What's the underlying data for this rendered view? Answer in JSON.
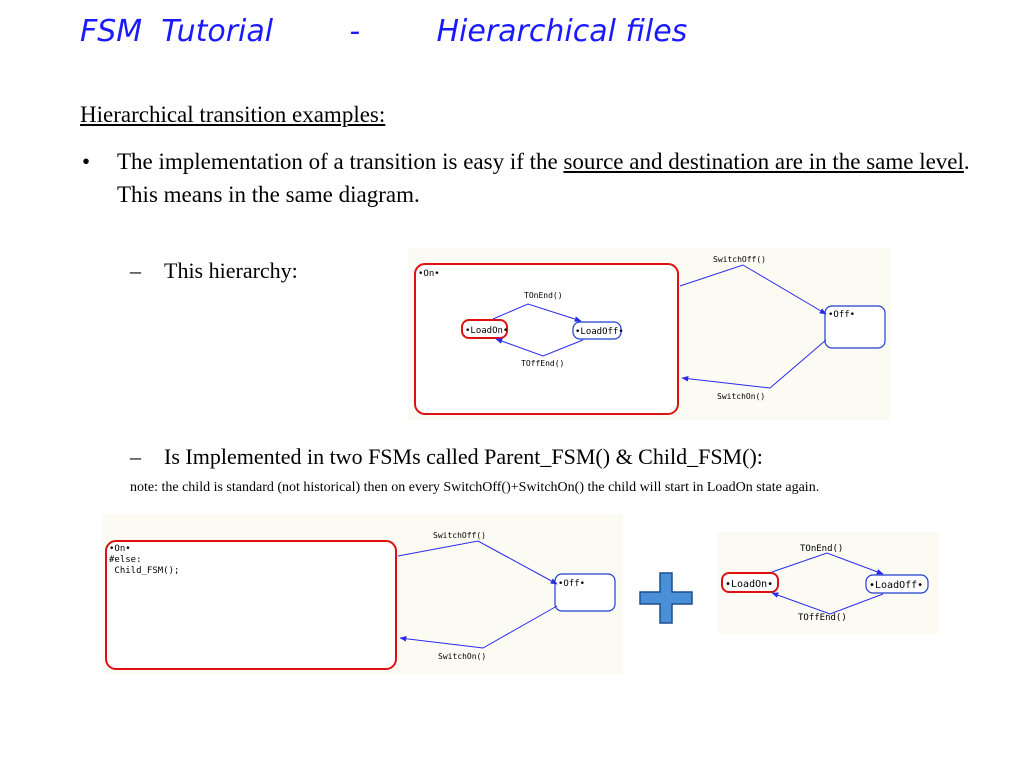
{
  "header": {
    "title": "FSM  Tutorial        -        Hierarchical files"
  },
  "body": {
    "subtitle": "Hierarchical transition examples:",
    "bullet_marker": "•",
    "bullet_text_1": "The implementation of a transition is easy if the ",
    "bullet_link": "source and destination are in the same level",
    "bullet_text_2": ". This means in the same diagram.",
    "sub_marker": "–",
    "sub1": "This hierarchy:",
    "sub2": "Is Implemented in two FSMs called Parent_FSM() & Child_FSM():",
    "note": "note: the child is standard (not historical) then on every SwitchOff()+SwitchOn() the child will start in LoadOn state again."
  },
  "diagram1": {
    "state_on": "•On•",
    "state_off": "•Off•",
    "state_loadon": "•LoadOn•",
    "state_loadoff": "•LoadOff•",
    "t_switchoff": "SwitchOff()",
    "t_switchon": "SwitchOn()",
    "t_tonend": "TOnEnd()",
    "t_toffend": "TOffEnd()"
  },
  "diagram2": {
    "state_on": "•On•",
    "code_line1": "#else:",
    "code_line2": " Child_FSM();",
    "state_off": "•Off•",
    "t_switchoff": "SwitchOff()",
    "t_switchon": "SwitchOn()"
  },
  "diagram3": {
    "state_loadon": "•LoadOn•",
    "state_loadoff": "•LoadOff•",
    "t_tonend": "TOnEnd()",
    "t_toffend": "TOffEnd()"
  },
  "colors": {
    "title": "#1a1aff",
    "arrow": "#2a2aee",
    "active_state": "#dd1111",
    "state_border": "#1f3fcf",
    "plus": "#4a90d9"
  }
}
